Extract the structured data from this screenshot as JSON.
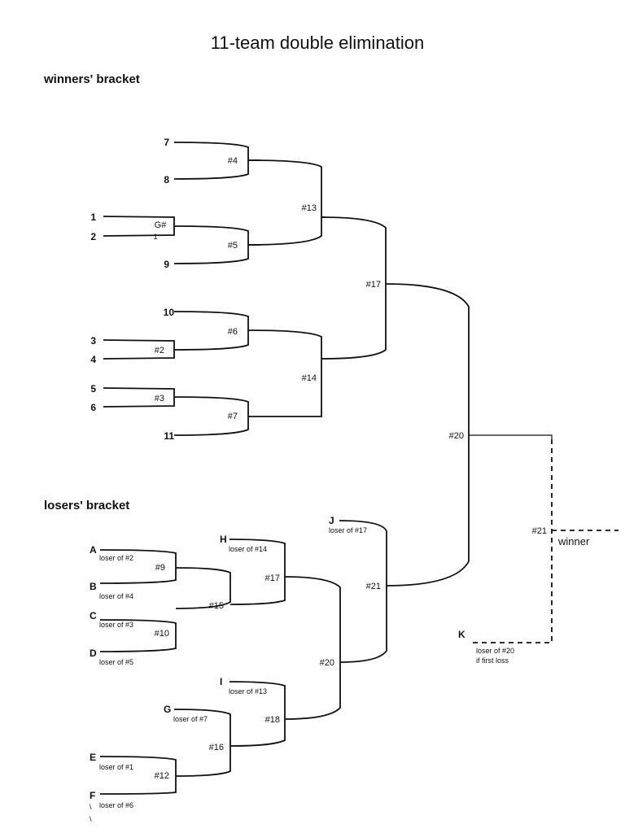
{
  "title": "11-team double elimination",
  "winners_bracket": {
    "heading": "winners' bracket",
    "seeds": [
      "7",
      "8",
      "1",
      "2",
      "9",
      "10",
      "3",
      "4",
      "5",
      "6",
      "11"
    ],
    "games": {
      "g1": "G#",
      "g1_sub": "1",
      "g2": "#2",
      "g3": "#3",
      "g4": "#4",
      "g5": "#5",
      "g6": "#6",
      "g7": "#7",
      "g13": "#13",
      "g14": "#14",
      "g17": "#17",
      "g20": "#20"
    }
  },
  "losers_bracket": {
    "heading": "losers' bracket",
    "entrants": [
      {
        "letter": "A",
        "note": "loser of #2"
      },
      {
        "letter": "B",
        "note": "loser of #4"
      },
      {
        "letter": "C",
        "note": "loser of #3"
      },
      {
        "letter": "D",
        "note": "loser of #5"
      },
      {
        "letter": "E",
        "note": "loser of #1"
      },
      {
        "letter": "F",
        "note": "loser of #6"
      },
      {
        "letter": "G",
        "note": "loser of #7"
      },
      {
        "letter": "H",
        "note": "loser of #14"
      },
      {
        "letter": "I",
        "note": "loser of #13"
      },
      {
        "letter": "J",
        "note": "loser of #17"
      }
    ],
    "games": {
      "g9": "#9",
      "g10": "#10",
      "g12": "#12",
      "g15": "#15",
      "g16": "#16",
      "g17": "#17",
      "g18": "#18",
      "g20": "#20",
      "g21": "#21"
    },
    "f_marks": [
      "\\",
      "\\"
    ]
  },
  "final": {
    "game": "#21",
    "winner_label": "winner",
    "k_letter": "K",
    "k_note_1": "loser of #20",
    "k_note_2": "if first loss"
  }
}
